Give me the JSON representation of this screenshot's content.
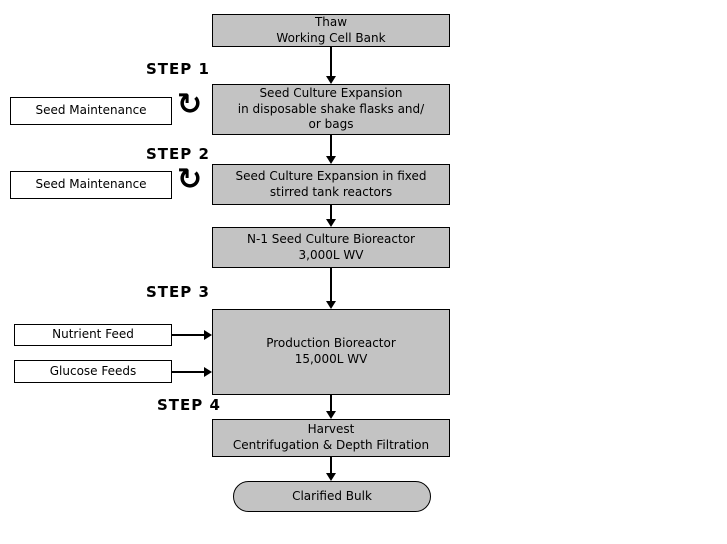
{
  "diagram": {
    "colors": {
      "box_fill": "#c3c3c3",
      "box_border": "#000000",
      "side_fill": "#ffffff",
      "background": "#ffffff"
    },
    "icons": {
      "loop_arrow": "↻"
    },
    "step_labels": {
      "step1": "STEP 1",
      "step2": "STEP 2",
      "step3": "STEP 3",
      "step4": "STEP 4"
    },
    "nodes": {
      "thaw": {
        "lines": [
          "Thaw",
          "Working Cell Bank"
        ]
      },
      "seed_expansion_flasks": {
        "lines": [
          "Seed Culture Expansion",
          "in disposable shake flasks and/",
          "or bags"
        ]
      },
      "seed_expansion_stirred": {
        "lines": [
          "Seed Culture Expansion in fixed",
          "stirred tank reactors"
        ]
      },
      "n1_bioreactor": {
        "lines": [
          "N-1 Seed Culture Bioreactor",
          "3,000L WV"
        ]
      },
      "production_bioreactor": {
        "lines": [
          "Production Bioreactor",
          "15,000L WV"
        ]
      },
      "harvest": {
        "lines": [
          "Harvest",
          "Centrifugation & Depth Filtration"
        ]
      },
      "clarified_bulk": {
        "label": "Clarified Bulk"
      }
    },
    "side_nodes": {
      "seed_maintenance_1": {
        "label": "Seed Maintenance"
      },
      "seed_maintenance_2": {
        "label": "Seed Maintenance"
      },
      "nutrient_feed": {
        "label": "Nutrient Feed"
      },
      "glucose_feeds": {
        "label": "Glucose Feeds"
      }
    }
  }
}
